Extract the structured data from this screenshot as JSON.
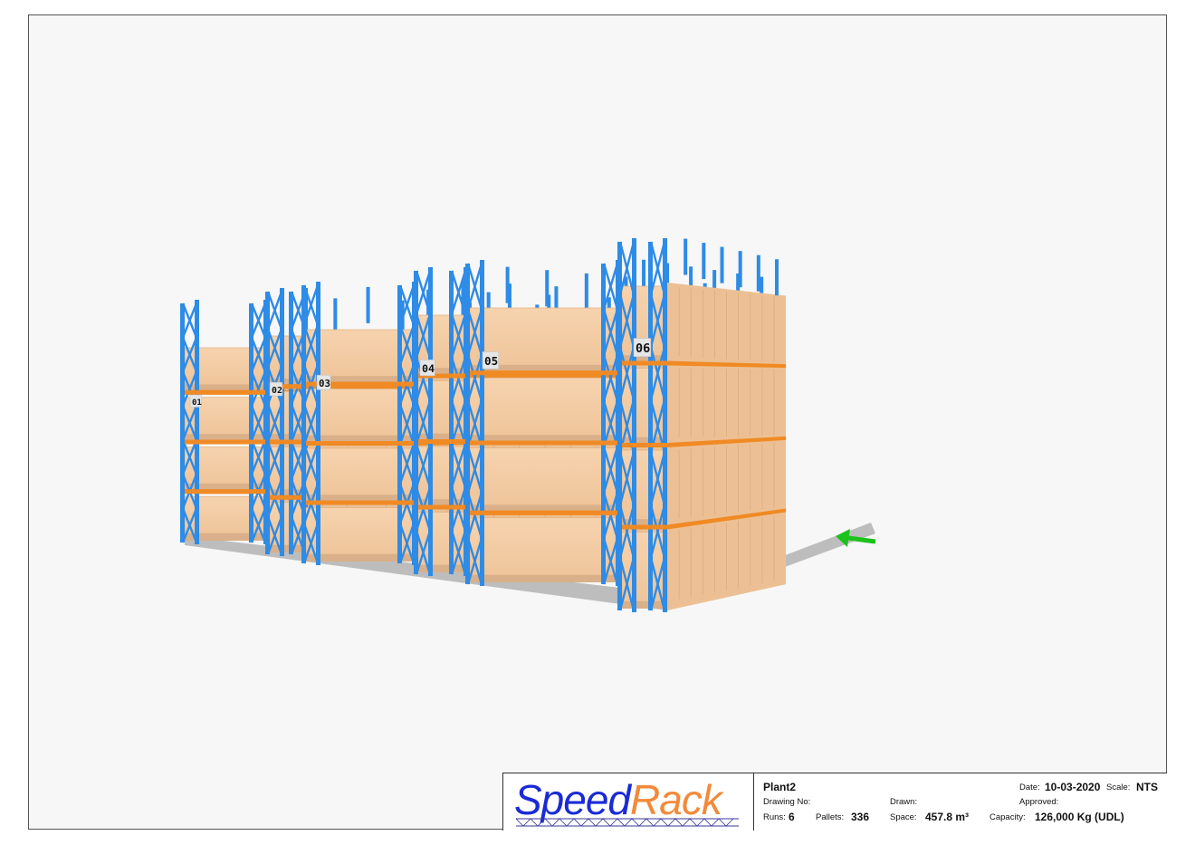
{
  "rack_labels": [
    "01",
    "02",
    "03",
    "04",
    "05",
    "06"
  ],
  "logo": {
    "part1": "Speed",
    "part2": "Rack"
  },
  "title_block": {
    "project": "Plant2",
    "date_label": "Date:",
    "date_value": "10-03-2020",
    "scale_label": "Scale:",
    "scale_value": "NTS",
    "drawing_no_label": "Drawing No:",
    "drawn_label": "Drawn:",
    "approved_label": "Approved:",
    "runs_label": "Runs:",
    "runs_value": "6",
    "pallets_label": "Pallets:",
    "pallets_value": "336",
    "space_label": "Space:",
    "space_value": "457.8 m³",
    "capacity_label": "Capacity:",
    "capacity_value": "126,000 Kg (UDL)"
  },
  "colors": {
    "upright": "#2e8be6",
    "beam": "#f08a24",
    "pallet_load": "#f2c9a0",
    "floor": "#bdbdbd",
    "arrow": "#1cc21c"
  }
}
